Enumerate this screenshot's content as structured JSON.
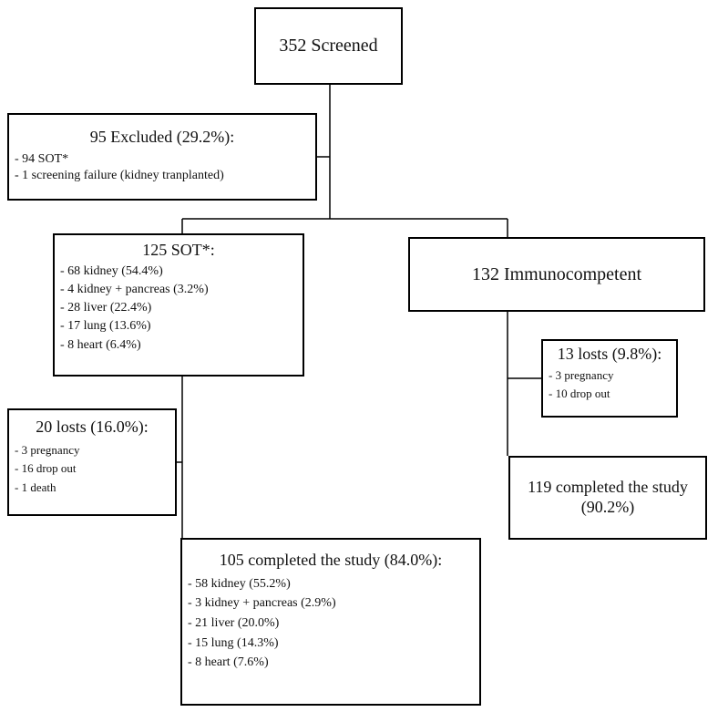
{
  "screened": {
    "label": "352  Screened"
  },
  "excluded": {
    "title": "95 Excluded (29.2%):",
    "items": [
      "- 94 SOT*",
      "- 1 screening failure (kidney tranplanted)"
    ]
  },
  "sot": {
    "title": "125 SOT*:",
    "items": [
      "- 68 kidney (54.4%)",
      "- 4 kidney + pancreas (3.2%)",
      "- 28 liver (22.4%)",
      "- 17  lung (13.6%)",
      "- 8 heart (6.4%)"
    ]
  },
  "immunocompetent": {
    "label": "132 Immunocompetent"
  },
  "lost_immuno": {
    "title": "13 losts (9.8%):",
    "items": [
      "- 3 pregnancy",
      "- 10 drop out"
    ]
  },
  "lost_sot": {
    "title": "20 losts (16.0%):",
    "items": [
      "-  3 pregnancy",
      "- 16 drop out",
      "- 1 death"
    ]
  },
  "completed_immuno": {
    "label": "119 completed the study (90.2%)"
  },
  "completed_sot": {
    "title": "105 completed the study (84.0%):",
    "items": [
      "- 58 kidney (55.2%)",
      "- 3 kidney + pancreas (2.9%)",
      "- 21 liver (20.0%)",
      "- 15 lung (14.3%)",
      "- 8 heart (7.6%)"
    ]
  }
}
